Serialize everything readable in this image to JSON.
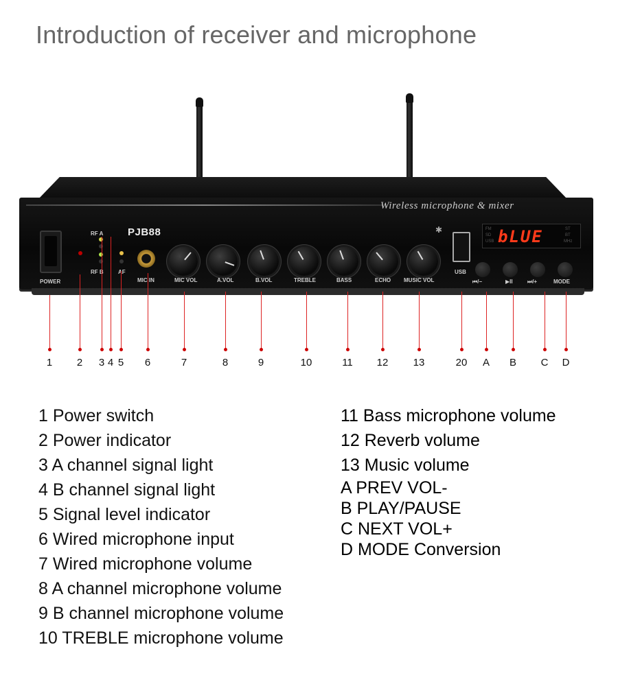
{
  "title": "Introduction of receiver and microphone",
  "device": {
    "brand_text": "Wireless microphone & mixer",
    "model": "PJB88",
    "display_text": "bLUE",
    "labels": {
      "power": "POWER",
      "rf_a": "RF A",
      "rf_b": "RF B",
      "af": "AF",
      "mic_in": "MIC IN",
      "mic_vol": "MIC VOL",
      "a_vol": "A.VOL",
      "b_vol": "B.VOL",
      "treble": "TREBLE",
      "bass": "BASS",
      "echo": "ECHO",
      "music_vol": "MUSIC VOL",
      "usb": "USB",
      "prev": "⏮/−",
      "play": "▶II",
      "next": "⏭/+",
      "mode": "MODE"
    }
  },
  "callouts": [
    "1",
    "2",
    "3",
    "4",
    "5",
    "6",
    "7",
    "8",
    "9",
    "10",
    "11",
    "12",
    "13",
    "20",
    "A",
    "B",
    "C",
    "D"
  ],
  "legend_left": [
    "1 Power switch",
    "2 Power indicator",
    "3 A channel signal light",
    "4 B channel signal light",
    "5 Signal level indicator",
    "6 Wired microphone input",
    "7 Wired microphone volume",
    "8 A channel microphone volume",
    "9 B channel microphone volume",
    "10 TREBLE microphone volume"
  ],
  "legend_right": [
    "11 Bass microphone volume",
    "12 Reverb volume",
    "13 Music volume"
  ],
  "legend_buttons": [
    "A PREV VOL-",
    "B PLAY/PAUSE",
    "C NEXT VOL+",
    "D MODE Conversion"
  ],
  "colors": {
    "callout_line": "#dd2222",
    "display": "#ff3a1a",
    "title": "#666666"
  }
}
